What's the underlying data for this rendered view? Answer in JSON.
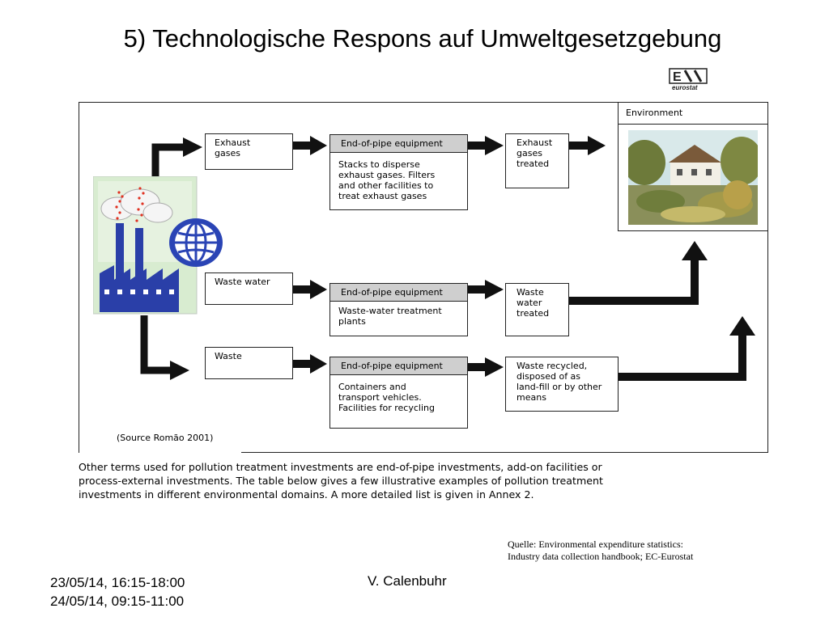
{
  "slide": {
    "title": "5) Technologische Respons auf Umweltgesetzgebung"
  },
  "logo": {
    "text": "eurostat"
  },
  "diagram": {
    "inputs": {
      "exhaust": "Exhaust\ngases",
      "water": "Waste water",
      "waste": "Waste"
    },
    "equipment_header": "End-of-pipe equipment",
    "equipment": {
      "exhaust": "Stacks to disperse\nexhaust gases. Filters\nand other facilities to\ntreat exhaust gases",
      "water": "Waste-water treatment\nplants",
      "waste": "Containers and\ntransport vehicles.\nFacilities for recycling"
    },
    "outputs": {
      "exhaust": "Exhaust\ngases\ntreated",
      "water": "Waste\nwater\ntreated",
      "waste": "Waste recycled,\ndisposed of as\nland-fill or by other\nmeans"
    },
    "environment_label": "Environment",
    "source": "(Source Romão 2001)"
  },
  "description": "Other terms used for pollution treatment investments are end-of-pipe investments, add-on facilities or\nprocess-external investments. The table below gives a few illustrative examples of pollution treatment\ninvestments in different environmental domains. A more detailed list is given in Annex 2.",
  "citation": "Quelle: Environmental expenditure statistics:\nIndustry data collection handbook; EC-Eurostat",
  "footer": {
    "dates": "23/05/14, 16:15-18:00\n24/05/14, 09:15-11:00",
    "author": "V. Calenbuhr"
  },
  "colors": {
    "factory": "#2a3fa8",
    "globe": "#2a44b5",
    "header_gray": "#cfcfcf",
    "smoke_dots": "#e03020"
  },
  "icons": {
    "factory": "factory-icon",
    "globe": "globe-icon",
    "environment_photo": "house-landscape-image"
  }
}
